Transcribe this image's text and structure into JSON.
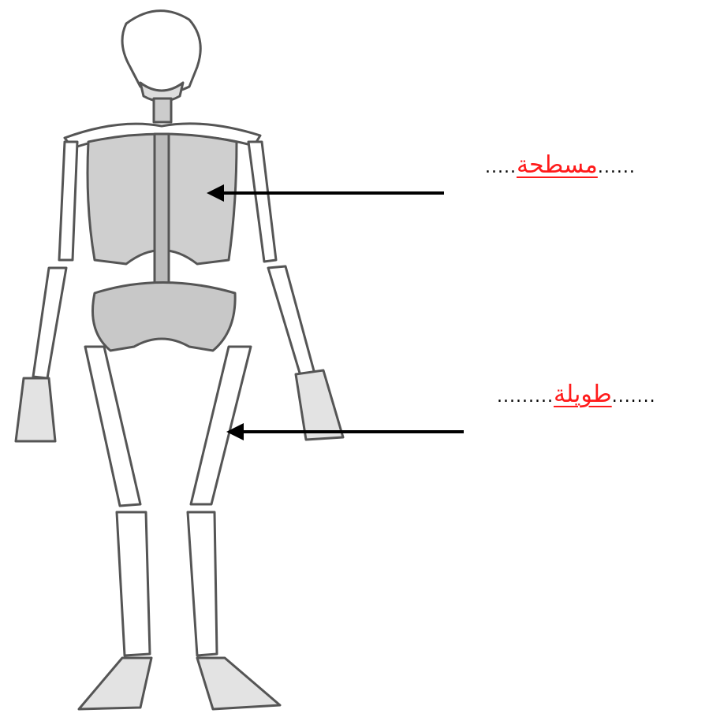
{
  "labels": {
    "flat_bone": {
      "lead_dots": ".....",
      "answer": "مسطحة",
      "trail_dots": "......"
    },
    "long_bone": {
      "lead_dots": ".........",
      "answer": "طويلة",
      "trail_dots": "......."
    }
  },
  "colors": {
    "answer": "#ff1a1a",
    "bone_outline": "#555555",
    "bone_shade": "#8a8a8a",
    "arrow": "#000000"
  },
  "figure": {
    "subject": "human-skeleton"
  }
}
